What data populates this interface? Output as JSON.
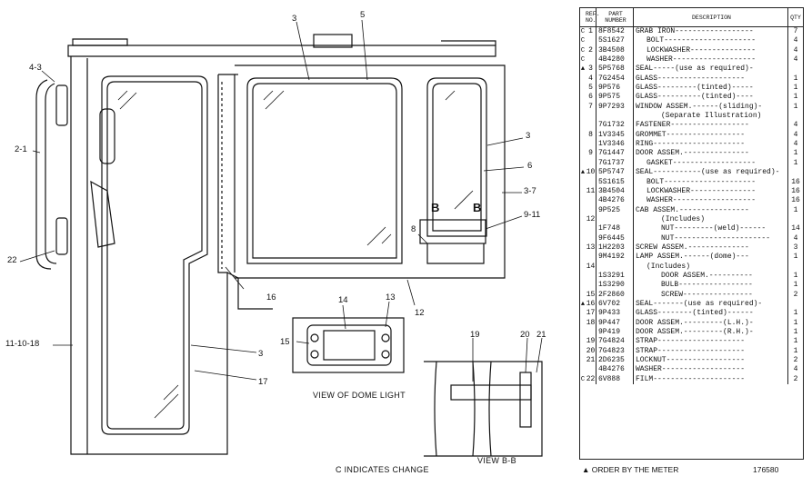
{
  "drawing": {
    "callouts": [
      "3",
      "5",
      "4-3",
      "2-1",
      "22",
      "11-10-18",
      "3",
      "6",
      "3-7",
      "9-11",
      "8",
      "B",
      "B",
      "16",
      "12",
      "13",
      "14",
      "15",
      "3",
      "17",
      "19",
      "20",
      "21"
    ],
    "caption_dome": "VIEW OF DOME LIGHT",
    "caption_view": "VIEW B-B",
    "caption_change": "C INDICATES CHANGE"
  },
  "parts": {
    "headers": {
      "ref": "REF. NO.",
      "part": "PART NUMBER",
      "desc": "DESCRIPTION",
      "qty": "QTY"
    },
    "rows": [
      {
        "c": "C",
        "ref": "1",
        "pn": "8F8542",
        "desc": "GRAB IRON------------------",
        "qty": "7",
        "ind": 0
      },
      {
        "c": "C",
        "ref": "",
        "pn": "5S1627",
        "desc": "BOLT---------------------",
        "qty": "4",
        "ind": 1
      },
      {
        "c": "C",
        "ref": "2",
        "pn": "3B4508",
        "desc": "LOCKWASHER---------------",
        "qty": "4",
        "ind": 1
      },
      {
        "c": "C",
        "ref": "",
        "pn": "4B4280",
        "desc": "WASHER-------------------",
        "qty": "4",
        "ind": 1
      },
      {
        "c": "▲",
        "ref": "3",
        "pn": "5P5768",
        "desc": "SEAL-----(use as required)-",
        "qty": "",
        "ind": 0
      },
      {
        "c": "",
        "ref": "4",
        "pn": "7G2454",
        "desc": "GLASS--------------------",
        "qty": "1",
        "ind": 0
      },
      {
        "c": "",
        "ref": "5",
        "pn": "9P576",
        "desc": "GLASS---------(tinted)-----",
        "qty": "1",
        "ind": 0
      },
      {
        "c": "",
        "ref": "6",
        "pn": "9P575",
        "desc": "GLASS----------(tinted)----",
        "qty": "1",
        "ind": 0
      },
      {
        "c": "",
        "ref": "7",
        "pn": "9P7293",
        "desc": "WINDOW ASSEM.------(sliding)-",
        "qty": "1",
        "ind": 0
      },
      {
        "c": "",
        "ref": "",
        "pn": "",
        "desc": "(Separate Illustration)",
        "qty": "",
        "ind": 2
      },
      {
        "c": "",
        "ref": "",
        "pn": "7G1732",
        "desc": "FASTENER------------------",
        "qty": "4",
        "ind": 0
      },
      {
        "c": "",
        "ref": "8",
        "pn": "1V3345",
        "desc": "GROMMET------------------",
        "qty": "4",
        "ind": 0
      },
      {
        "c": "",
        "ref": "",
        "pn": "1V3346",
        "desc": "RING---------------------",
        "qty": "4",
        "ind": 0
      },
      {
        "c": "",
        "ref": "9",
        "pn": "7G1447",
        "desc": "DOOR ASSEM.---------------",
        "qty": "1",
        "ind": 0
      },
      {
        "c": "",
        "ref": "",
        "pn": "7G1737",
        "desc": "GASKET-------------------",
        "qty": "1",
        "ind": 1
      },
      {
        "c": "▲",
        "ref": "10",
        "pn": "5P5747",
        "desc": "SEAL-----------(use as required)-",
        "qty": "",
        "ind": 0
      },
      {
        "c": "",
        "ref": "",
        "pn": "5S1615",
        "desc": "BOLT---------------------",
        "qty": "16",
        "ind": 1
      },
      {
        "c": "",
        "ref": "11",
        "pn": "3B4504",
        "desc": "LOCKWASHER---------------",
        "qty": "16",
        "ind": 1
      },
      {
        "c": "",
        "ref": "",
        "pn": "4B4276",
        "desc": "WASHER-------------------",
        "qty": "16",
        "ind": 1
      },
      {
        "c": "",
        "ref": "",
        "pn": "9P525",
        "desc": "CAB ASSEM.----------------",
        "qty": "1",
        "ind": 0
      },
      {
        "c": "",
        "ref": "12",
        "pn": "",
        "desc": "(Includes)",
        "qty": "",
        "ind": 2
      },
      {
        "c": "",
        "ref": "",
        "pn": "1F748",
        "desc": "NUT---------(weld)------",
        "qty": "14",
        "ind": 2
      },
      {
        "c": "",
        "ref": "",
        "pn": "9F6445",
        "desc": "NUT----------------------",
        "qty": "4",
        "ind": 2
      },
      {
        "c": "",
        "ref": "13",
        "pn": "1H2203",
        "desc": "SCREW ASSEM.--------------",
        "qty": "3",
        "ind": 0
      },
      {
        "c": "",
        "ref": "",
        "pn": "9M4192",
        "desc": "LAMP ASSEM.------(dome)---",
        "qty": "1",
        "ind": 0
      },
      {
        "c": "",
        "ref": "14",
        "pn": "",
        "desc": "(Includes)",
        "qty": "",
        "ind": 1
      },
      {
        "c": "",
        "ref": "",
        "pn": "1S3291",
        "desc": "DOOR ASSEM.----------",
        "qty": "1",
        "ind": 2
      },
      {
        "c": "",
        "ref": "",
        "pn": "1S3290",
        "desc": "BULB-----------------",
        "qty": "1",
        "ind": 2
      },
      {
        "c": "",
        "ref": "15",
        "pn": "2F2860",
        "desc": "SCREW----------------",
        "qty": "2",
        "ind": 2
      },
      {
        "c": "▲",
        "ref": "16",
        "pn": "6V702",
        "desc": "SEAL-------(use as required)-",
        "qty": "",
        "ind": 0
      },
      {
        "c": "",
        "ref": "17",
        "pn": "9P433",
        "desc": "GLASS--------(tinted)------",
        "qty": "1",
        "ind": 0
      },
      {
        "c": "",
        "ref": "18",
        "pn": "9P447",
        "desc": "DOOR ASSEM.---------(L.H.)-",
        "qty": "1",
        "ind": 0
      },
      {
        "c": "",
        "ref": "",
        "pn": "9P419",
        "desc": "DOOR ASSEM.---------(R.H.)-",
        "qty": "1",
        "ind": 0
      },
      {
        "c": "",
        "ref": "19",
        "pn": "7G4824",
        "desc": "STRAP--------------------",
        "qty": "1",
        "ind": 0
      },
      {
        "c": "",
        "ref": "20",
        "pn": "7G4823",
        "desc": "STRAP--------------------",
        "qty": "1",
        "ind": 0
      },
      {
        "c": "",
        "ref": "21",
        "pn": "2D6235",
        "desc": "LOCKNUT------------------",
        "qty": "2",
        "ind": 0
      },
      {
        "c": "",
        "ref": "",
        "pn": "4B4276",
        "desc": "WASHER-------------------",
        "qty": "4",
        "ind": 0
      },
      {
        "c": "C",
        "ref": "22",
        "pn": "6V888",
        "desc": "FILM---------------------",
        "qty": "2",
        "ind": 0
      }
    ],
    "footnote": "▲ ORDER BY THE METER",
    "figure_number": "176580"
  }
}
